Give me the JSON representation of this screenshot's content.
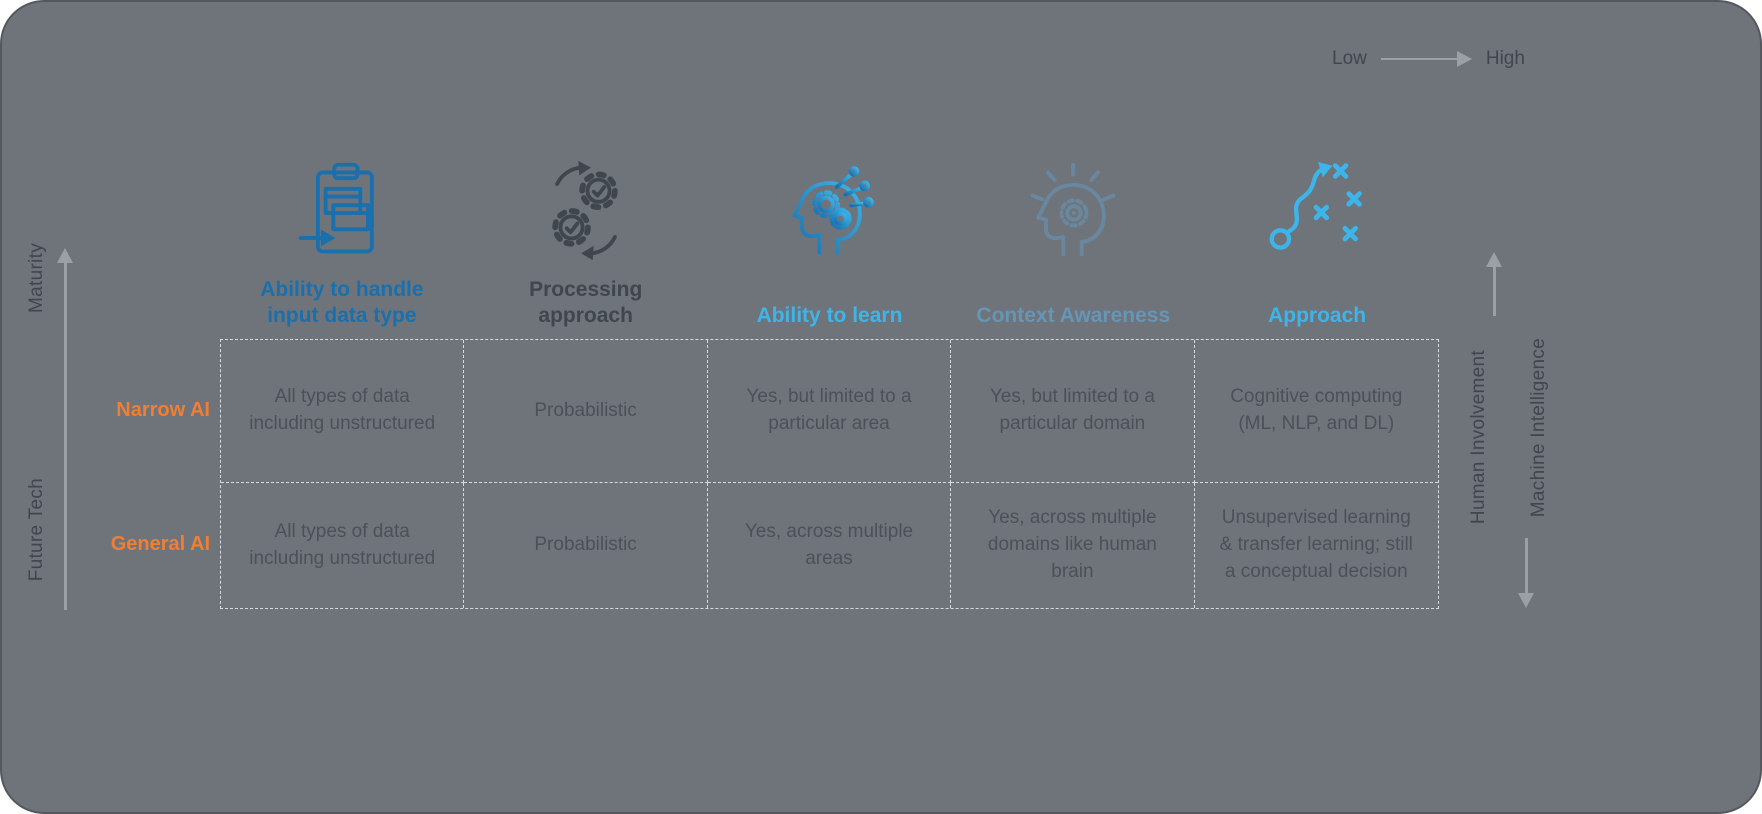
{
  "colors": {
    "panel_bg": "#6e747a",
    "panel_border": "#52585e",
    "orange": "#f07f35",
    "blue_dark": "#1a6fad",
    "blue_light": "#3db5ea",
    "blue_muted": "#6695b6",
    "gray_dark": "#3f464e",
    "cell_text": "#4a5158",
    "dash_border": "#d8dbdd",
    "arrow_gray": "#9aa0a6"
  },
  "legend": {
    "low_label": "Low",
    "high_label": "High"
  },
  "left_axis": {
    "top_label": "Maturity",
    "bottom_label": "Future Tech"
  },
  "right_axis": {
    "inner_label": "Human Involvement",
    "outer_label": "Machine Intelligence"
  },
  "columns": [
    {
      "id": "input-data-type",
      "icon": "clipboard-input-icon",
      "label": "Ability to handle input data type"
    },
    {
      "id": "processing-approach",
      "icon": "gears-processing-icon",
      "label": "Processing approach"
    },
    {
      "id": "ability-to-learn",
      "icon": "head-gears-icon",
      "label": "Ability to learn"
    },
    {
      "id": "context-awareness",
      "icon": "head-idea-icon",
      "label": "Context Awareness"
    },
    {
      "id": "approach",
      "icon": "strategy-path-icon",
      "label": "Approach"
    }
  ],
  "rows": [
    {
      "label": "Narrow AI",
      "cells": [
        "All types of data including unstructured",
        "Probabilistic",
        "Yes, but limited to a particular area",
        "Yes, but limited to a particular domain",
        "Cognitive computing (ML, NLP, and DL)"
      ]
    },
    {
      "label": "General AI",
      "cells": [
        "All types of data including unstructured",
        "Probabilistic",
        "Yes, across multiple areas",
        "Yes, across multiple domains like human brain",
        "Unsupervised learning & transfer learning; still a conceptual decision"
      ]
    }
  ]
}
